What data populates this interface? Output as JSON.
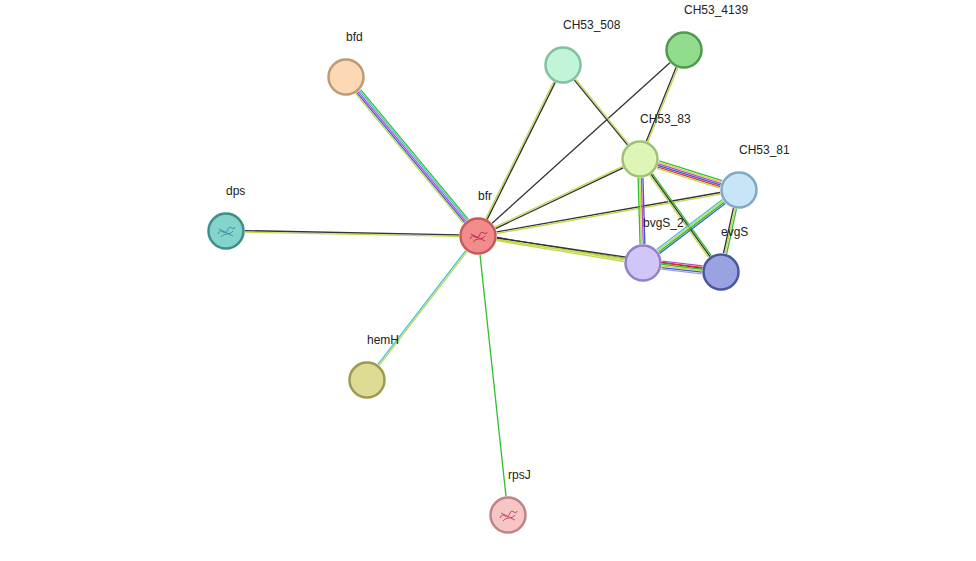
{
  "diagram": {
    "nodes": [
      {
        "text": [
          "CH53_4139"
        ]
      },
      {
        "text": [
          "CH53_508"
        ]
      },
      {
        "text": [
          "bfd"
        ]
      },
      {
        "text": [
          "CH53_83"
        ]
      },
      {
        "text": [
          "CH53_81"
        ]
      },
      {
        "text": [
          "dps"
        ]
      },
      {
        "text": [
          "bfr"
        ]
      },
      {
        "text": [
          "bvgS_2"
        ]
      },
      {
        "text": [
          "evgS"
        ]
      },
      {
        "text": [
          "hemH"
        ]
      },
      {
        "text": [
          "rpsJ"
        ]
      }
    ],
    "edges": [
      {
        "from": 6,
        "to": 2,
        "arrow": "none"
      },
      {
        "from": 6,
        "to": 5,
        "arrow": "none"
      },
      {
        "from": 6,
        "to": 9,
        "arrow": "none"
      },
      {
        "from": 6,
        "to": 10,
        "arrow": "none"
      },
      {
        "from": 6,
        "to": 1,
        "arrow": "none"
      },
      {
        "from": 6,
        "to": 0,
        "arrow": "none"
      },
      {
        "from": 6,
        "to": 3,
        "arrow": "none"
      },
      {
        "from": 6,
        "to": 4,
        "arrow": "none"
      },
      {
        "from": 6,
        "to": 7,
        "arrow": "none"
      },
      {
        "from": 6,
        "to": 8,
        "arrow": "none"
      },
      {
        "from": 1,
        "to": 3,
        "arrow": "none"
      },
      {
        "from": 0,
        "to": 3,
        "arrow": "none"
      },
      {
        "from": 3,
        "to": 4,
        "arrow": "none"
      },
      {
        "from": 3,
        "to": 7,
        "arrow": "none"
      },
      {
        "from": 3,
        "to": 8,
        "arrow": "none"
      },
      {
        "from": 4,
        "to": 7,
        "arrow": "none"
      },
      {
        "from": 4,
        "to": 8,
        "arrow": "none"
      },
      {
        "from": 7,
        "to": 8,
        "arrow": "none"
      }
    ]
  }
}
